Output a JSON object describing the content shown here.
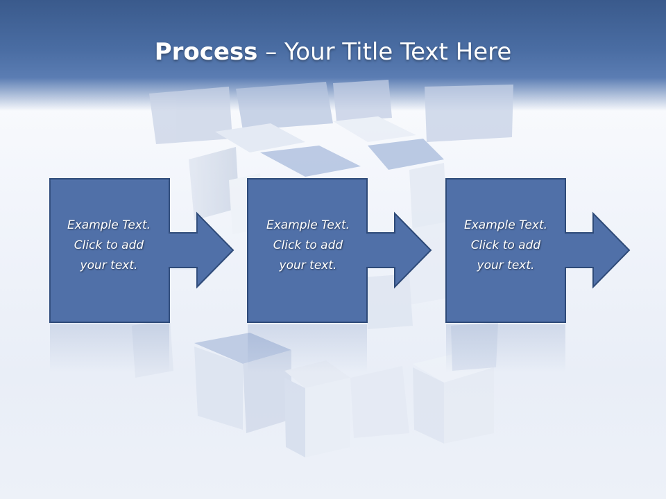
{
  "slide": {
    "title_bold": "Process",
    "title_rest": " – Your Title Text Here"
  },
  "steps": [
    {
      "text": "Example Text.\nClick  to add\nyour text."
    },
    {
      "text": "Example Text.\nClick  to add\nyour text."
    },
    {
      "text": "Example Text.\nClick  to add\nyour text."
    }
  ],
  "colors": {
    "header": "#4a6da3",
    "box_fill": "#5070a8",
    "box_border": "#2e4a78"
  }
}
